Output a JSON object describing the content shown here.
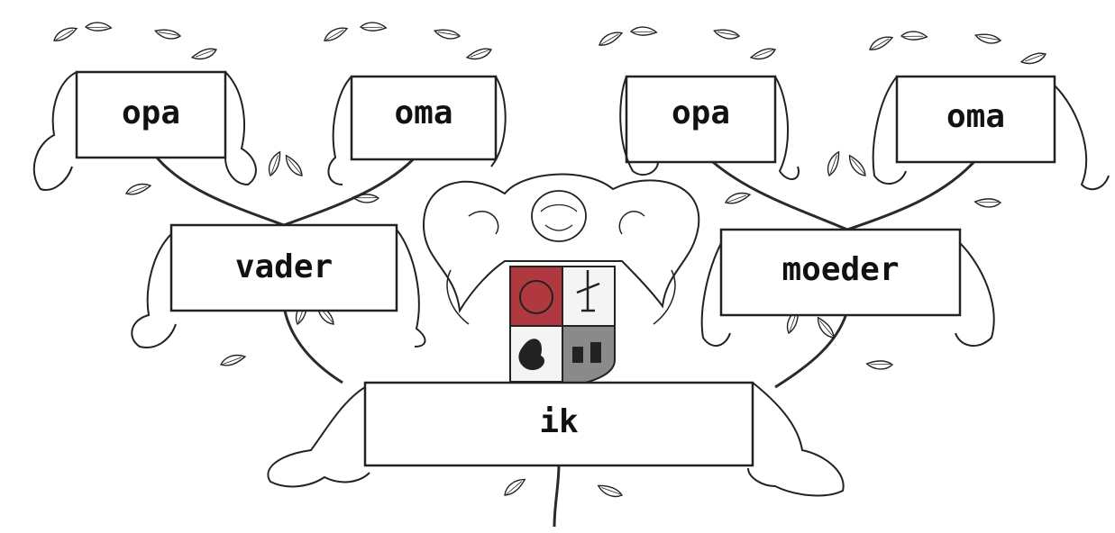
{
  "tree": {
    "grandparents": [
      {
        "id": "opa-left",
        "label": "opa"
      },
      {
        "id": "oma-left",
        "label": "oma"
      },
      {
        "id": "opa-right",
        "label": "opa"
      },
      {
        "id": "oma-right",
        "label": "oma"
      }
    ],
    "parents": [
      {
        "id": "vader",
        "label": "vader"
      },
      {
        "id": "moeder",
        "label": "moeder"
      }
    ],
    "self": {
      "id": "ik",
      "label": "ik"
    }
  },
  "colors": {
    "ink": "#222222",
    "parchment": "#ffffff",
    "shield_red": "#b0383f",
    "shield_white": "#f4f4f4",
    "shield_grey": "#8a8a8a"
  }
}
